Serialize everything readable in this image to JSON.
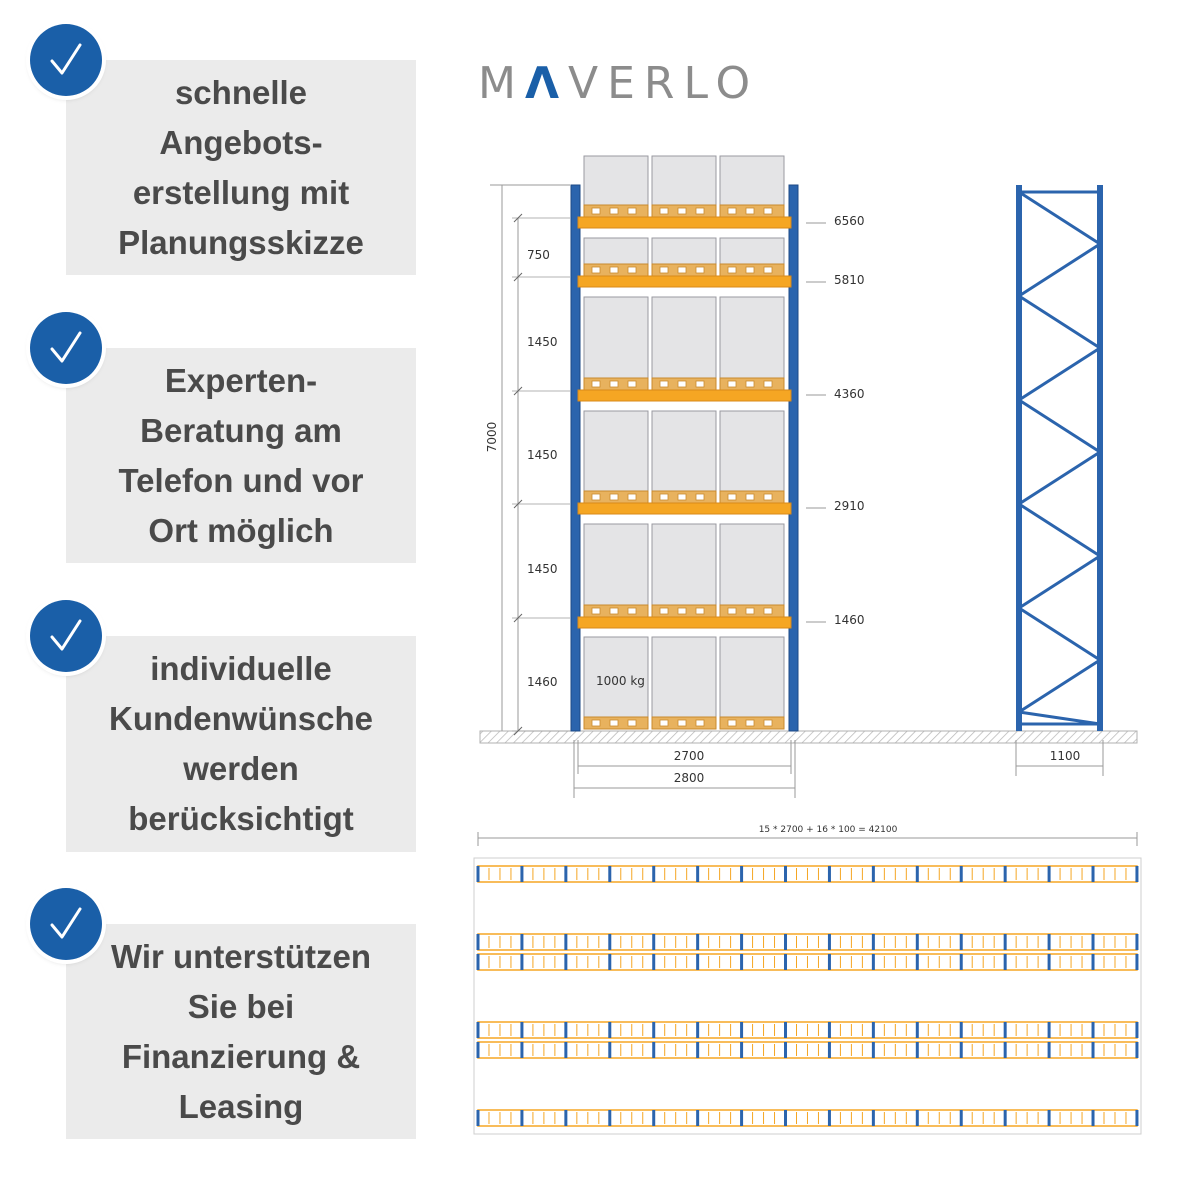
{
  "brand": {
    "pre": "M",
    "accent": "Λ",
    "post": "VERLO"
  },
  "features": [
    {
      "text": "schnelle\nAngebots-\nerstellung mit\nPlanungsskizze"
    },
    {
      "text": "Experten-\nBeratung am\nTelefon und vor\nOrt möglich"
    },
    {
      "text": "individuelle\nKundenwünsche\nwerden\nberücksichtigt"
    },
    {
      "text": "Wir unterstützen\nSie bei\nFinanzierung &\nLeasing"
    }
  ],
  "check_icon": "checkmark-icon",
  "colors": {
    "upright": "#2b64ad",
    "beam": "#f5a623",
    "pallet": "#e8b25e",
    "box": "#e4e4e6",
    "badge": "#1a5fa8"
  },
  "drawing": {
    "total_height": "7000",
    "segments": [
      "750",
      "1450",
      "1450",
      "1450",
      "1460"
    ],
    "levels": [
      "6560",
      "5810",
      "4360",
      "2910",
      "1460"
    ],
    "load_label": "1000 kg",
    "beam_length": "2700",
    "bay_width": "2800",
    "frame_depth": "1100",
    "plan_formula": "15 * 2700 + 16 * 100 = 42100"
  }
}
